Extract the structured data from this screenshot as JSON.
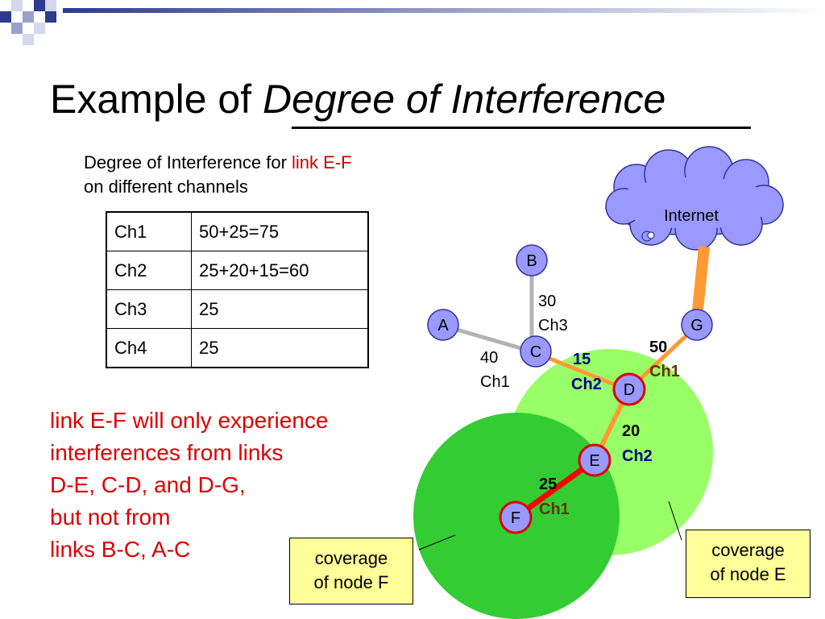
{
  "title": {
    "prefix": "Example of ",
    "emphasis": "Degree of Interference"
  },
  "subtitle": {
    "line1_prefix": "Degree of Interference for ",
    "line1_highlight": "link E-F",
    "line2": "on different channels"
  },
  "table": {
    "rows": [
      {
        "channel": "Ch1",
        "value": "50+25=75"
      },
      {
        "channel": "Ch2",
        "value": "25+20+15=60"
      },
      {
        "channel": "Ch3",
        "value": "25"
      },
      {
        "channel": "Ch4",
        "value": "25"
      }
    ]
  },
  "note": {
    "lines": [
      "link E-F will only experience",
      "interferences from links",
      "D-E, C-D, and D-G,",
      "but not from",
      "links B-C, A-C"
    ]
  },
  "coverage_f": {
    "line1": "coverage",
    "line2": "of node F"
  },
  "coverage_e": {
    "line1": "coverage",
    "line2": "of node E"
  },
  "cloud": {
    "label": "Internet"
  },
  "nodes": {
    "A": "A",
    "B": "B",
    "C": "C",
    "D": "D",
    "E": "E",
    "F": "F",
    "G": "G"
  },
  "edges": {
    "bc": {
      "weight": "30",
      "channel": "Ch3"
    },
    "ac": {
      "weight": "40",
      "channel": "Ch1"
    },
    "cd": {
      "weight": "15",
      "channel": "Ch2"
    },
    "dg": {
      "weight": "50",
      "channel": "Ch1"
    },
    "de": {
      "weight": "20",
      "channel": "Ch2"
    },
    "ef": {
      "weight": "25",
      "channel": "Ch1"
    }
  },
  "colors": {
    "node_fill": "#9999ff",
    "coverage_e": "#99ff66",
    "coverage_f": "#33cc33",
    "cloud": "#9999ff",
    "gray_link": "#b3b3b3",
    "orange_link": "#ff9933",
    "red_link": "#ff0000",
    "red_text": "#dd0000",
    "navy_text": "#000080",
    "brown_text": "#663300",
    "box_fill": "#ffff99"
  }
}
